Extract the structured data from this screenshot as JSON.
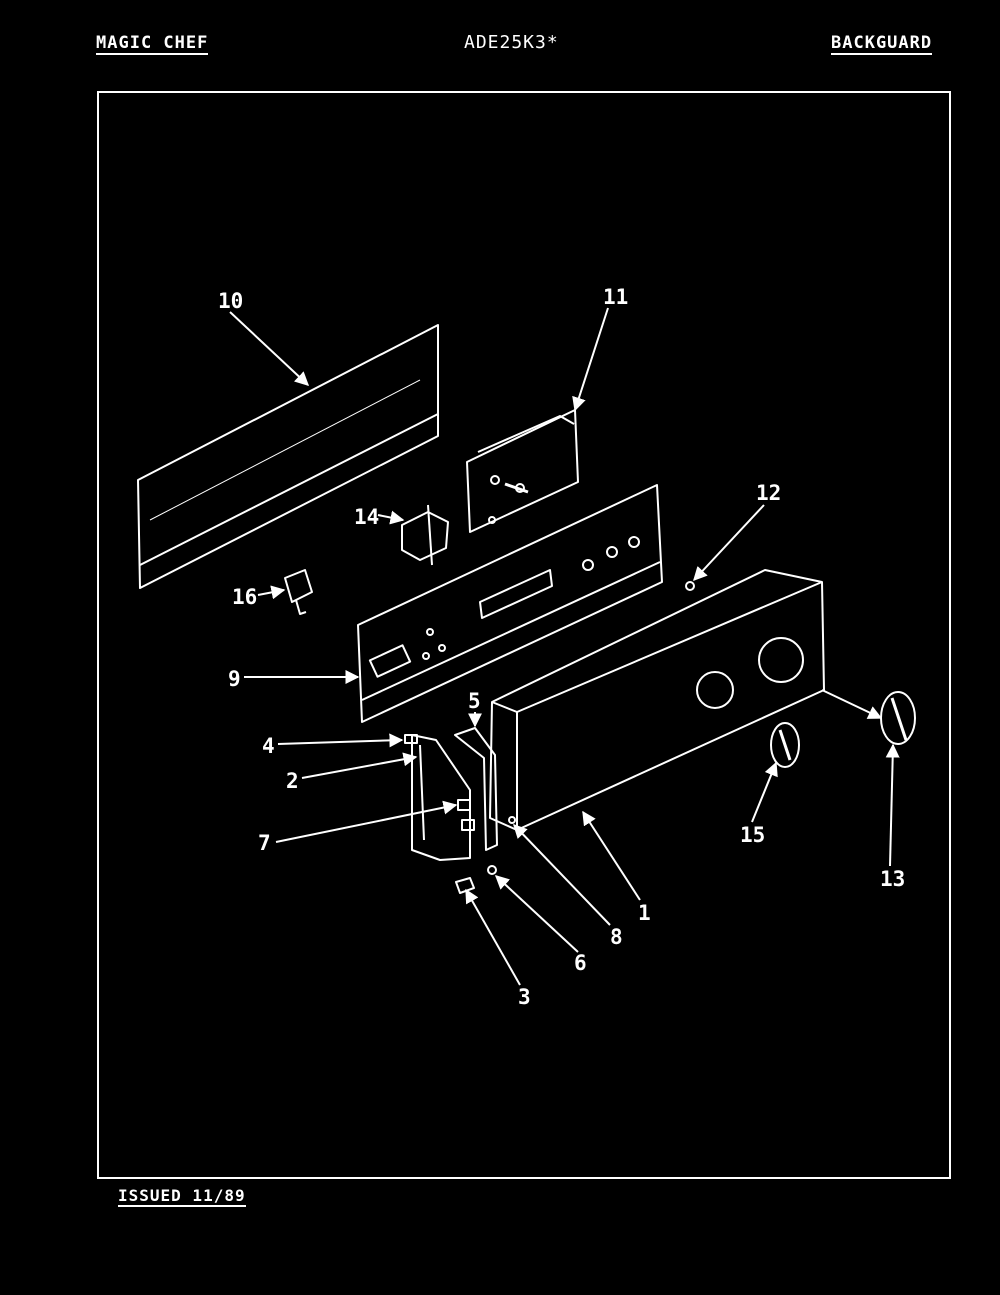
{
  "header": {
    "brand": "MAGIC CHEF",
    "model": "ADE25K3*",
    "section": "BACKGUARD"
  },
  "footer": {
    "issued": "ISSUED 11/89"
  },
  "callouts": [
    {
      "id": "c1",
      "label": "1"
    },
    {
      "id": "c2",
      "label": "2"
    },
    {
      "id": "c3",
      "label": "3"
    },
    {
      "id": "c4",
      "label": "4"
    },
    {
      "id": "c5",
      "label": "5"
    },
    {
      "id": "c6",
      "label": "6"
    },
    {
      "id": "c7",
      "label": "7"
    },
    {
      "id": "c8",
      "label": "8"
    },
    {
      "id": "c9",
      "label": "9"
    },
    {
      "id": "c10",
      "label": "10"
    },
    {
      "id": "c11",
      "label": "11"
    },
    {
      "id": "c12",
      "label": "12"
    },
    {
      "id": "c13",
      "label": "13"
    },
    {
      "id": "c14",
      "label": "14"
    },
    {
      "id": "c15",
      "label": "15"
    },
    {
      "id": "c16",
      "label": "16"
    }
  ],
  "colors": {
    "background": "#000000",
    "ink": "#ffffff"
  }
}
